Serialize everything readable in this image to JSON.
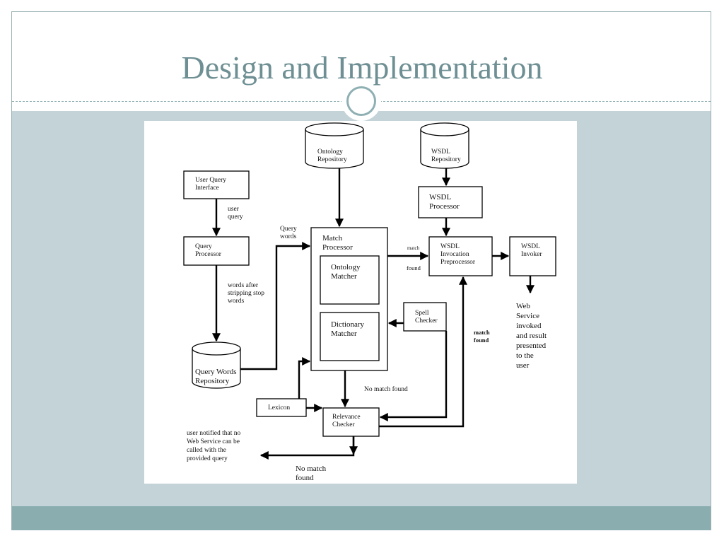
{
  "slide": {
    "title": "Design and Implementation"
  },
  "diagram": {
    "nodes": {
      "user_query_interface": "User Query\nInterface",
      "query_processor": "Query\nProcessor",
      "query_words_repository": "Query Words\nRepository",
      "ontology_repository": "Ontology\nRepository",
      "match_processor": "Match\nProcessor",
      "ontology_matcher": "Ontology\nMatcher",
      "dictionary_matcher": "Dictionary\nMatcher",
      "spell_checker": "Spell\nChecker",
      "lexicon": "Lexicon",
      "relevance_checker": "Relevance\nChecker",
      "wsdl_repository": "WSDL\nRepository",
      "wsdl_processor": "WSDL\nProcessor",
      "wsdl_invocation_preprocessor": "WSDL\nInvocation\nPreprocessor",
      "wsdl_invoker": "WSDL\nInvoker"
    },
    "labels": {
      "user_query": "user\nquery",
      "words_after_stripping": "words after\nstripping stop\nwords",
      "query_words": "Query\nwords",
      "match_found_top_1": "match",
      "match_found_top_2": "found",
      "match_found_side": "match\nfound",
      "no_match_found_mid": "No match found",
      "no_match_found_bottom": "No match\nfound",
      "user_notified": "user notified that no\nWeb Service can be\ncalled with the\nprovided query",
      "web_service_invoked": "Web\nService\ninvoked\nand result\npresented\nto the\nuser"
    }
  }
}
